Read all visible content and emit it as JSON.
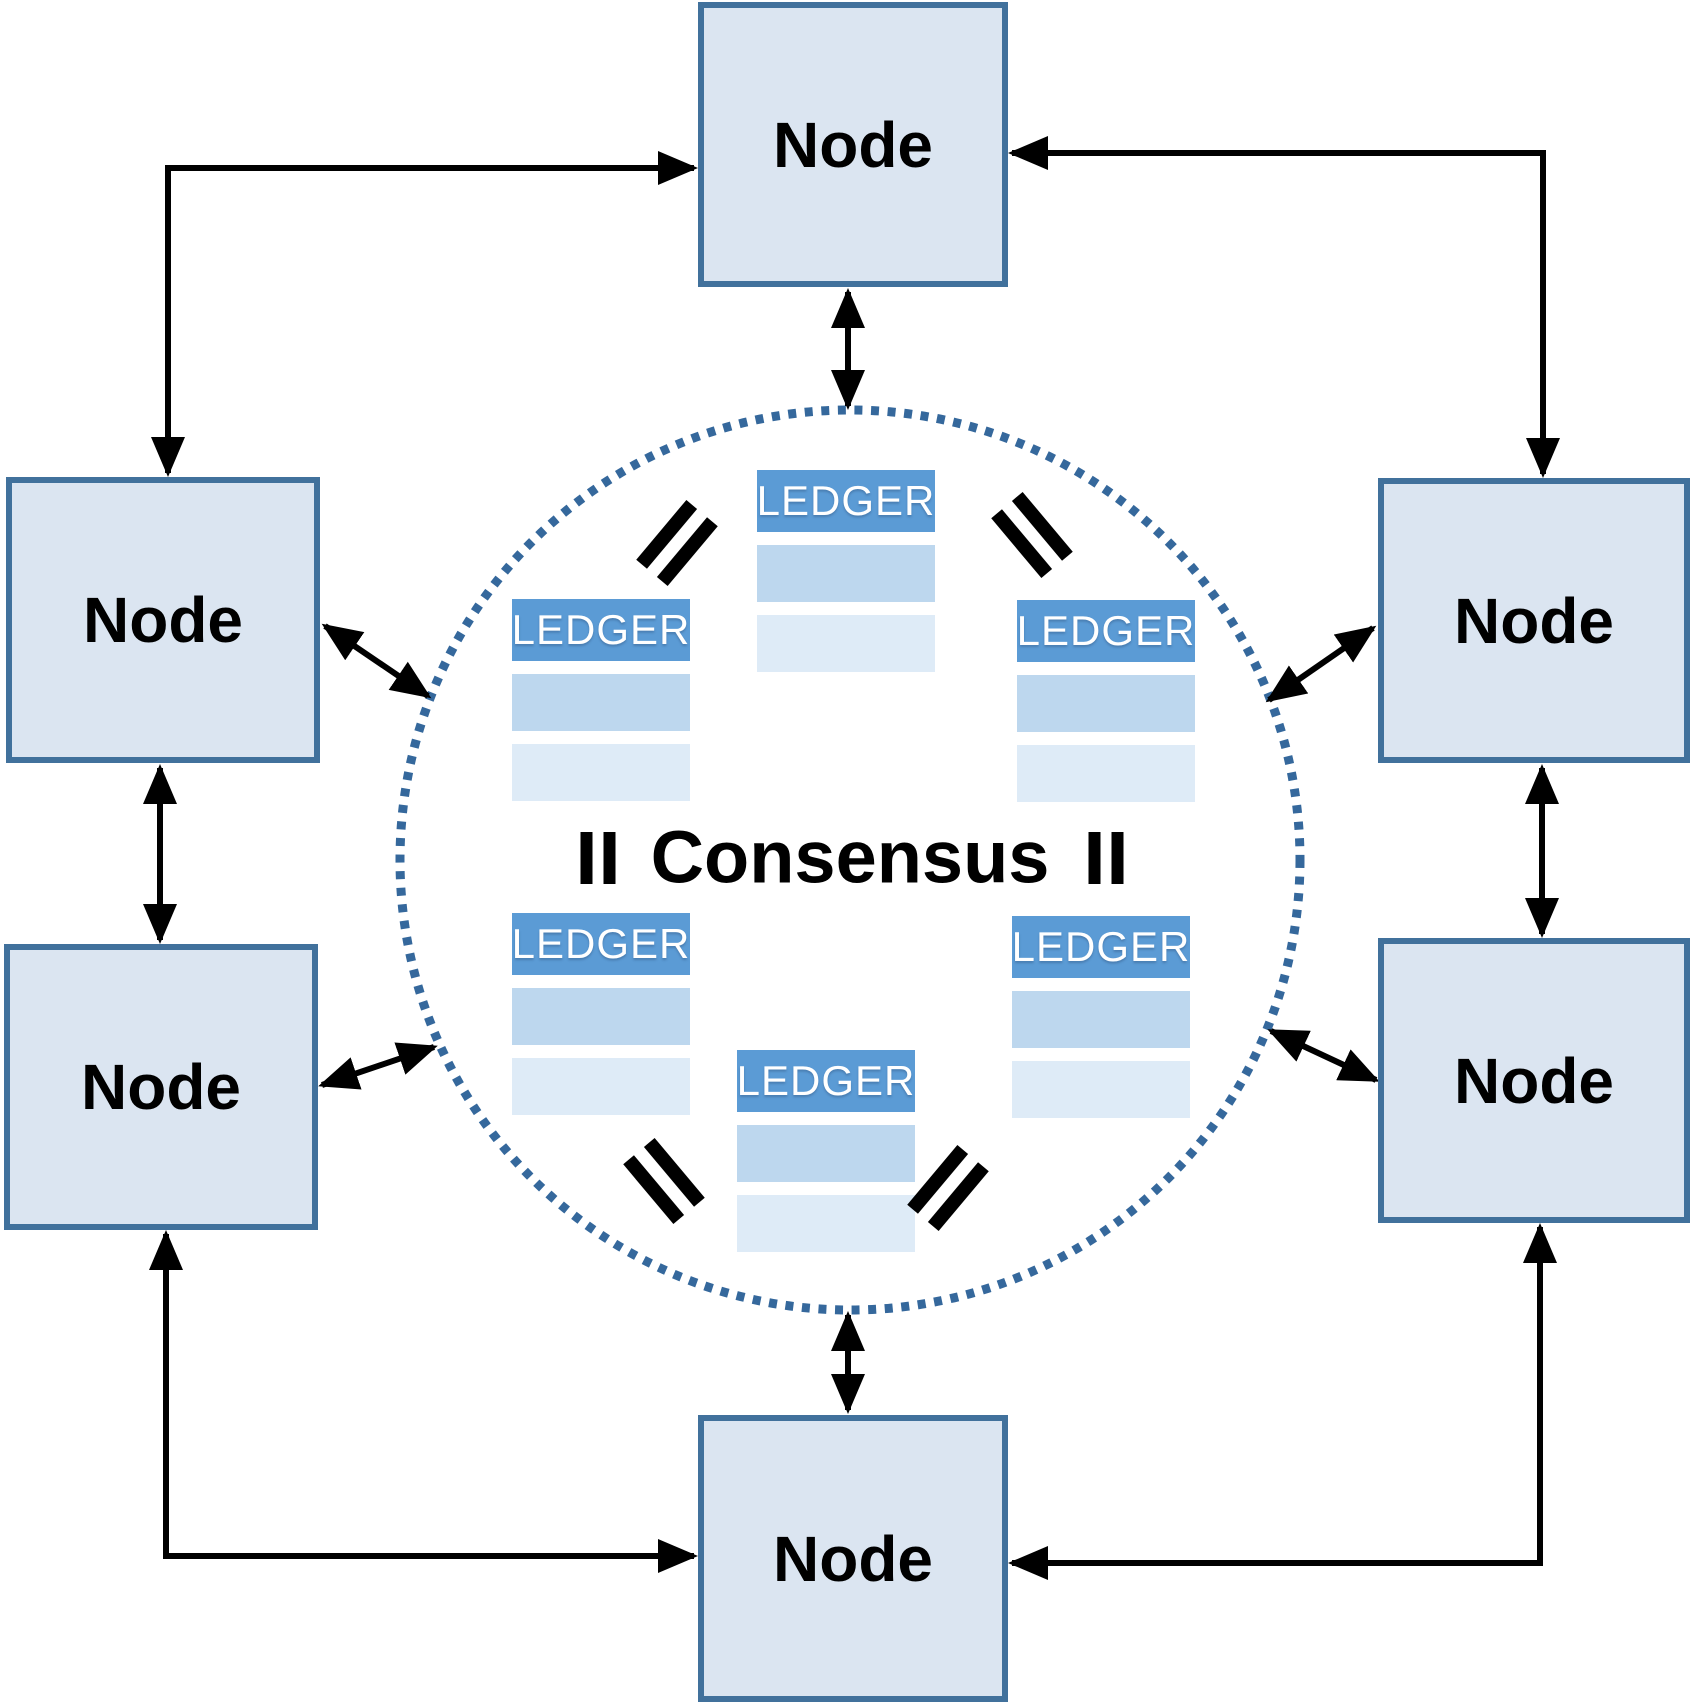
{
  "diagram": {
    "consensus_label": "Consensus",
    "nodes": [
      {
        "position": "top",
        "label": "Node"
      },
      {
        "position": "upper-left",
        "label": "Node"
      },
      {
        "position": "lower-left",
        "label": "Node"
      },
      {
        "position": "upper-right",
        "label": "Node"
      },
      {
        "position": "lower-right",
        "label": "Node"
      },
      {
        "position": "bottom",
        "label": "Node"
      }
    ],
    "ledgers": [
      {
        "position": "top",
        "label": "LEDGER"
      },
      {
        "position": "upper-left",
        "label": "LEDGER"
      },
      {
        "position": "upper-right",
        "label": "LEDGER"
      },
      {
        "position": "lower-left",
        "label": "LEDGER"
      },
      {
        "position": "lower-right",
        "label": "LEDGER"
      },
      {
        "position": "bottom",
        "label": "LEDGER"
      }
    ],
    "equals_symbol": "=",
    "parallel_equals_symbol": "‖",
    "colors": {
      "node_fill": "#dbe5f1",
      "node_border": "#41719c",
      "ledger_header": "#5b9bd5",
      "ledger_header_text": "#ffffff",
      "ledger_row_light_blue": "#bdd7ee",
      "ledger_row_pale_blue": "#deebf7",
      "circle_dot": "#35689c",
      "arrow": "#000000",
      "equals": "#000000",
      "label": "#000000"
    }
  }
}
